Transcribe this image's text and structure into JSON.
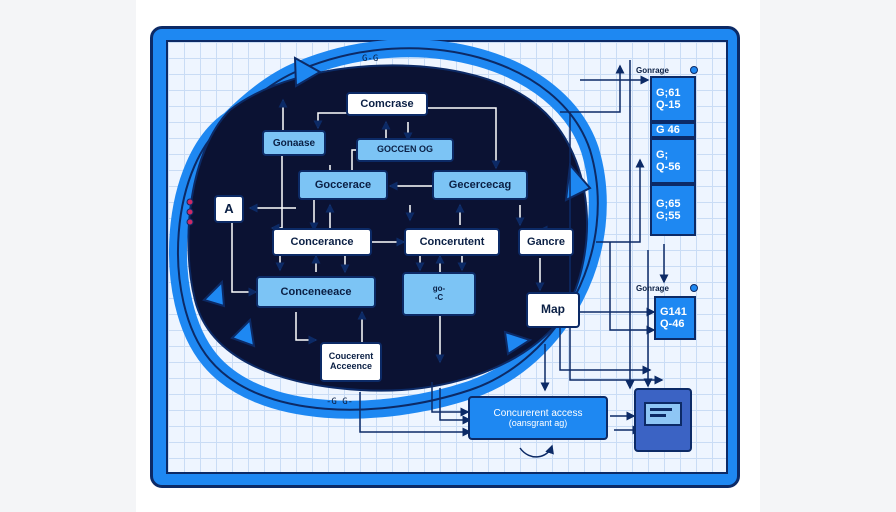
{
  "frame_top_label": "G-G",
  "frame_bottom_label": "-G G-",
  "nodes": {
    "top": "Comcrase",
    "left_upper": "Gonaase",
    "center_upper": "GOCCEN OG",
    "gocce": "Goccerace",
    "gecer": "Gecercecag",
    "a": "A",
    "concerance": "Concerance",
    "concerutent": "Concerutent",
    "gancre": "Gancre",
    "conceneeace": "Conceneeace",
    "small_box_line": "go-",
    "small_box_line2": "-C",
    "map": "Map",
    "cacc_line1": "Coucerent",
    "cacc_line2": "Acceence",
    "access_title": "Concurerent access",
    "access_sub": "(oansgrant ag)"
  },
  "side_panel_1": {
    "header": "Gonrage",
    "rows": [
      "G;61",
      "Q-15",
      "G 46",
      "G;",
      "Q-56",
      "G;65",
      "G;55"
    ]
  },
  "side_panel_2": {
    "header": "Gonrage",
    "rows": [
      "G141",
      "Q-46"
    ]
  },
  "colors": {
    "frame_blue": "#1e88f2",
    "dark_navy": "#0c2a66",
    "blob_dark": "#0b1233",
    "box_light": "#7cc4f5"
  }
}
